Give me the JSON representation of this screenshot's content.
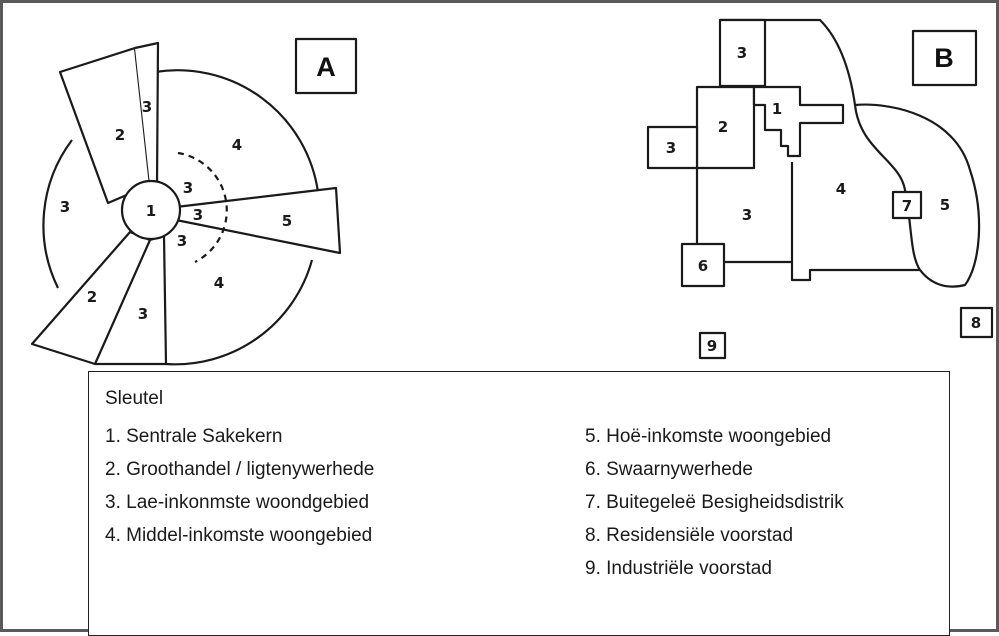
{
  "diagram_a": {
    "label": "A",
    "zones": {
      "z1": "1",
      "z2_upper": "2",
      "z2_lower": "2",
      "z3_top_narrow": "3",
      "z3_left": "3",
      "z3_lower": "3",
      "z3_inner_a": "3",
      "z3_inner_b": "3",
      "z3_inner_c": "3",
      "z4_upper": "4",
      "z4_lower": "4",
      "z5": "5"
    }
  },
  "diagram_b": {
    "label": "B",
    "zones": {
      "z1": "1",
      "z2": "2",
      "z3_top": "3",
      "z3_left": "3",
      "z3_middle": "3",
      "z4": "4",
      "z5": "5",
      "z6": "6",
      "z7": "7",
      "z8": "8",
      "z9": "9"
    }
  },
  "key": {
    "title": "Sleutel",
    "left_items": [
      "1. Sentrale Sakekern",
      "2. Groothandel / ligtenywerhede",
      "3. Lae-inkonmste woondgebied",
      "4. Middel-inkomste woongebied"
    ],
    "right_items": [
      "5. Hoë-inkomste woongebied",
      "6.  Swaarnywerhede",
      "7. Buitegeleë Besigheidsdistrik",
      "8. Residensiële voorstad",
      "9. Industriële voorstad"
    ]
  }
}
